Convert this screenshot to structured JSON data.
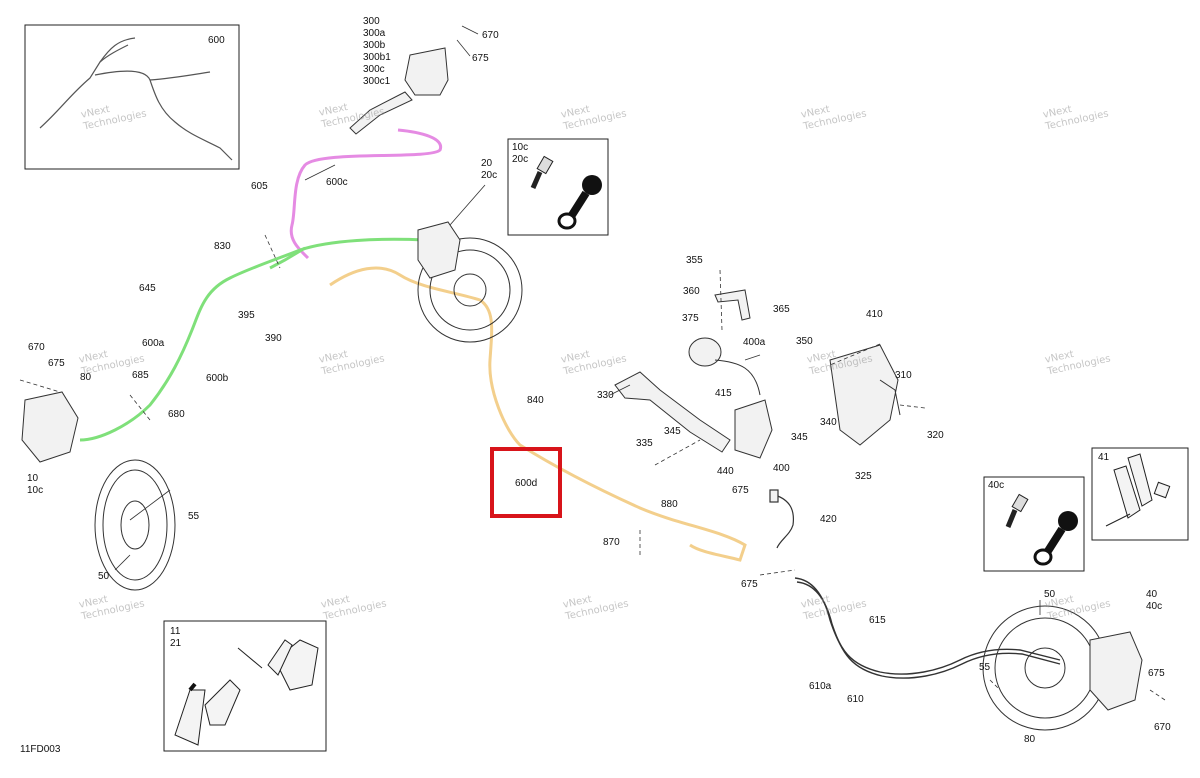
{
  "diagram": {
    "reference_code": "11FD003",
    "highlight_color": "#d8141a",
    "line_colors": {
      "line_600b": "#7fe07a",
      "line_600c": "#e58be3",
      "line_600d": "#f3cf8c",
      "outline": "#333333"
    },
    "watermark": {
      "line1": "vNext",
      "line2": "Technologies"
    },
    "callouts": {
      "c300": "300\n300a\n300b\n300b1\n300c\n300c1",
      "c670_top": "670",
      "c675_top": "675",
      "c600": "600",
      "c10c_inset": "10c\n20c",
      "c20": "20\n20c",
      "c600c": "600c",
      "c605": "605",
      "c830": "830",
      "c645": "645",
      "c395": "395",
      "c390": "390",
      "c600a": "600a",
      "c600b": "600b",
      "c670_left": "670",
      "c675_left": "675",
      "c80_left": "80",
      "c685": "685",
      "c680": "680",
      "c10": "10\n10c",
      "c55_left": "55",
      "c50_left": "50",
      "c11": "11\n21",
      "c840": "840",
      "c600d": "600d",
      "c355": "355",
      "c360": "360",
      "c365": "365",
      "c375": "375",
      "c400a": "400a",
      "c350": "350",
      "c410": "410",
      "c330": "330",
      "c415": "415",
      "c310": "310",
      "c340": "340",
      "c345_a": "345",
      "c345_b": "345",
      "c335": "335",
      "c320": "320",
      "c400": "400",
      "c440": "440",
      "c325": "325",
      "c880": "880",
      "c675_mid": "675",
      "c420": "420",
      "c870": "870",
      "c675_low": "675",
      "c40c_inset": "40c",
      "c41": "41",
      "c50_right": "50",
      "c40": "40\n40c",
      "c615": "615",
      "c55_right": "55",
      "c675_right": "675",
      "c610a": "610a",
      "c610": "610",
      "c80_right": "80",
      "c670_right": "670"
    }
  }
}
